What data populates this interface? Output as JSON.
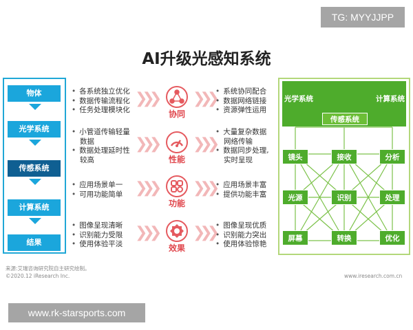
{
  "watermark_top": "TG: MYYJJPP",
  "title": "AI升级光感知系统",
  "stages": [
    {
      "label": "物体",
      "style": "light"
    },
    {
      "label": "光学系统",
      "style": "light"
    },
    {
      "label": "传感系统",
      "style": "dark"
    },
    {
      "label": "计算系统",
      "style": "light"
    },
    {
      "label": "结果",
      "style": "light"
    }
  ],
  "rows": [
    {
      "problems": [
        "各系统独立优化",
        "数据传输流程化",
        "任务处理模块化"
      ],
      "icon": "network-icon",
      "label": "协同",
      "gains": [
        "系统协同配合",
        "数据网络链接",
        "资源弹性运用"
      ]
    },
    {
      "problems": [
        "小管道传输轻量",
        "数据",
        "数据处理延时性",
        "较高"
      ],
      "icon": "gauge-icon",
      "label": "性能",
      "gains": [
        "大量复杂数据",
        "网络传输",
        "数据同步处理,",
        "实时呈现"
      ]
    },
    {
      "problems": [
        "应用场景单一",
        "可用功能简单"
      ],
      "icon": "apps-icon",
      "label": "功能",
      "gains": [
        "应用场景丰富",
        "提供功能丰富"
      ]
    },
    {
      "problems": [
        "图像呈现清晰",
        "识别能力受限",
        "使用体验平淡"
      ],
      "icon": "badge-icon",
      "label": "效果",
      "gains": [
        "图像呈现优质",
        "识别能力突出",
        "使用体验惊艳"
      ]
    }
  ],
  "system": {
    "top_left": "光学系统",
    "top_right": "计算系统",
    "center": "传感系统",
    "col1": [
      "镜头",
      "光源",
      "屏幕"
    ],
    "col2": [
      "接收",
      "识别",
      "转换"
    ],
    "col3": [
      "分析",
      "处理",
      "优化"
    ]
  },
  "colors": {
    "blue": "#1ba6dc",
    "dark_blue": "#0f5f92",
    "red": "#e0474d",
    "green": "#4eac2c"
  },
  "footer": {
    "source": "来源:艾瑞咨询研究院自主研究绘制。",
    "copyright": "©2020.12 iResearch Inc.",
    "site": "www.iresearch.com.cn"
  },
  "watermark_bottom": "www.rk-starsports.com"
}
